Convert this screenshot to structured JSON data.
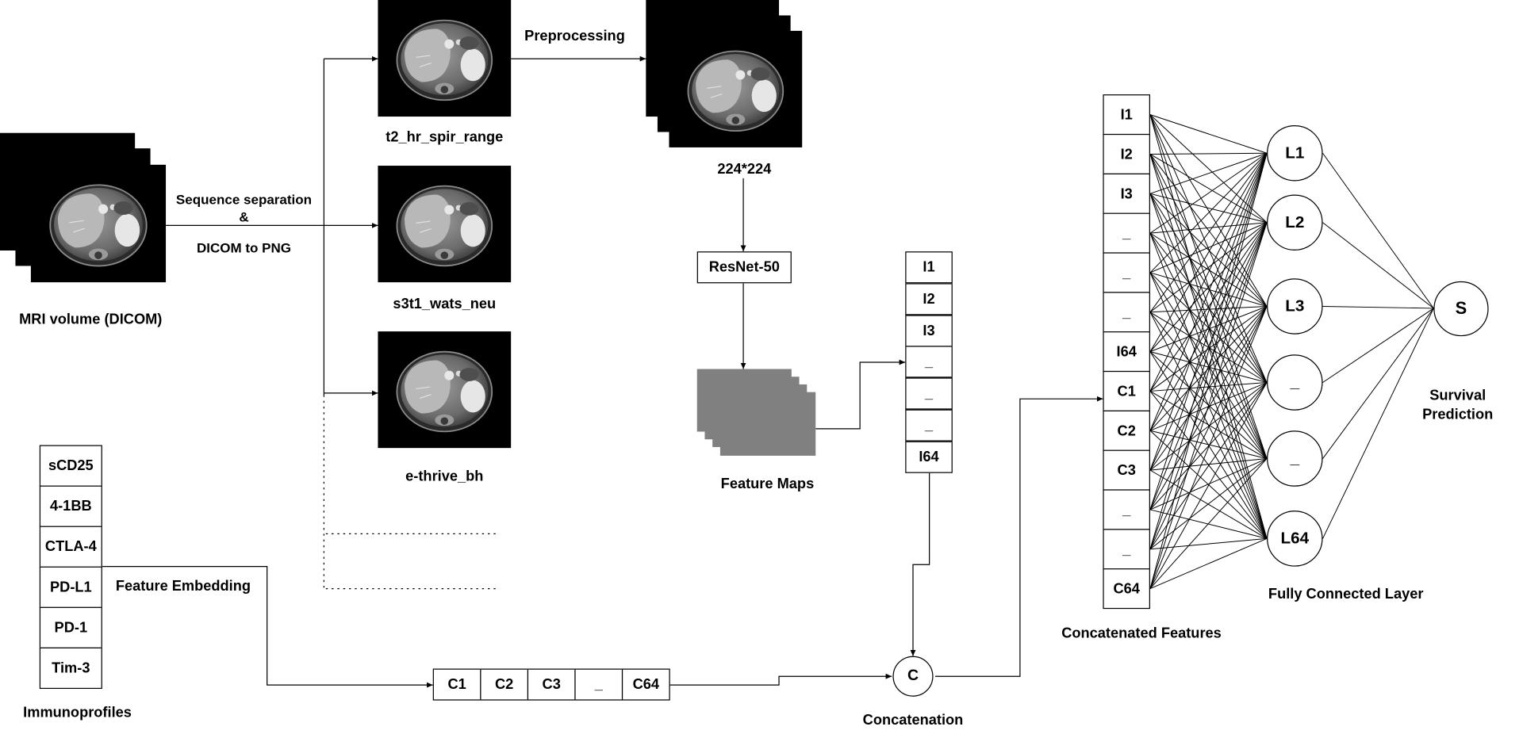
{
  "labels": {
    "preprocessing": "Preprocessing",
    "sequence_separation": "Sequence separation",
    "ampersand": "&",
    "dicom_to_png": "DICOM to PNG",
    "mri_volume": "MRI volume (DICOM)",
    "seq1": "t2_hr_spir_range",
    "seq2": "s3t1_wats_neu",
    "seq3": "e-thrive_bh",
    "size": "224*224",
    "resnet": "ResNet-50",
    "feature_maps": "Feature Maps",
    "feature_embedding": "Feature Embedding",
    "immunoprofiles": "Immunoprofiles",
    "concat_symbol": "C",
    "concatenation": "Concatenation",
    "concatenated_features": "Concatenated Features",
    "fully_connected": "Fully Connected Layer",
    "survival_symbol": "S",
    "survival_line1": "Survival",
    "survival_line2": "Prediction"
  },
  "immunoprofiles": [
    "sCD25",
    "4-1BB",
    "CTLA-4",
    "PD-L1",
    "PD-1",
    "Tim-3"
  ],
  "image_vector": [
    "I1",
    "I2",
    "I3",
    "_",
    "_",
    "_",
    "I64"
  ],
  "clinical_vector": [
    "C1",
    "C2",
    "C3",
    "_",
    "C64"
  ],
  "concatenated": [
    "I1",
    "I2",
    "I3",
    "_",
    "_",
    "_",
    "I64",
    "C1",
    "C2",
    "C3",
    "_",
    "_",
    "C64"
  ],
  "fc_nodes": [
    "L1",
    "L2",
    "L3",
    "_",
    "_",
    "L64"
  ],
  "colors": {
    "line": "#000000",
    "image_bg": "#000000",
    "feature_map": "#808080"
  },
  "icons": {
    "mri_slice": "mri-slice-icon"
  }
}
